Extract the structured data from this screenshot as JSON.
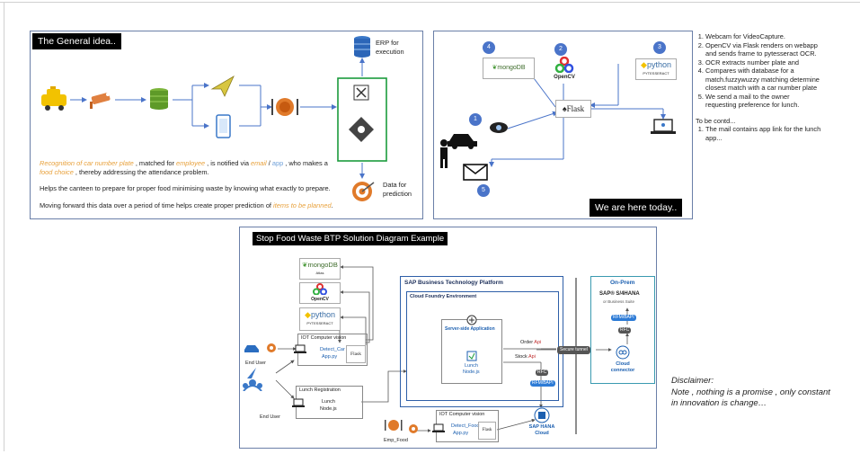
{
  "panel1": {
    "title": "The General idea..",
    "erp_label": "ERP for execution",
    "prediction_label": "Data for prediction",
    "para1_parts": [
      "Recognition of",
      " car number plate",
      " , matched for ",
      "employee",
      " , is notified via ",
      "email",
      " / ",
      "app",
      " , who makes a ",
      "food choice",
      " , thereby  addressing the attendance problem."
    ],
    "para2": "Helps the canteen to prepare for proper food  minimising waste by knowing what exactly to prepare.",
    "para3_parts": [
      "Moving forward this data over a period of time helps create proper prediction of ",
      "items to be planned",
      "."
    ]
  },
  "panel2": {
    "badge": "We are here today..",
    "numbers": [
      "1",
      "2",
      "3",
      "4",
      "5"
    ],
    "mongo": "mongoDB",
    "opencv": "OpenCV",
    "python": "python",
    "pytesseract": "PYTESSERACT",
    "flask": "Flask"
  },
  "steps": [
    "Webcam for VideoCapture.",
    "OpenCV via Flask renders on webapp and sends frame to pytesseract OCR.",
    "OCR extracts number plate and",
    "Compares with database for a match.fuzzywuzzy matching determine closest match with a car number plate",
    "We send a mail to the owner requesting preference for lunch."
  ],
  "todo_title": "To be contd...",
  "todo_items": [
    "The mail contains app link for the lunch app..."
  ],
  "panel3": {
    "title": "Stop Food Waste BTP Solution Diagram Example",
    "mongo": "mongoDB",
    "mongo_sub": "Atlas",
    "opencv": "OpenCV",
    "python": "python",
    "pytesseract": "PYTESSERACT",
    "iot1_title": "IOT Computer vision",
    "iot1_app1": "Detect_Car",
    "iot1_app2": "App.py",
    "flask": "Flask",
    "end_user_1": "End User",
    "end_user_2": "End User",
    "lunch_reg": "Lunch Registration",
    "lunch_app1": "Lunch",
    "lunch_app2": "Node.js",
    "iot2_title": "IOT Computer vision",
    "iot2_app1": "Detect_Food",
    "iot2_app2": "App.py",
    "emp_food": "Emp_Food",
    "btp_title": "SAP Business Technology Platform",
    "cf_title": "Cloud Foundry Environment",
    "server_app": "Server-side Application",
    "server_lunch1": "Lunch",
    "server_lunch2": "Node.js",
    "order_api_1": "Order ",
    "order_api_2": "Api",
    "stock_api_1": "Stock ",
    "stock_api_2": "Api",
    "rfc_pill": "RFC",
    "rfcbapi_pill": "RFM/BAPI",
    "hana_label1": "SAP HANA",
    "hana_label2": "Cloud",
    "secure_tunnel": "Secure tunnel",
    "onprem_title": "On-Prem",
    "s4_title": "SAP® S/4HANA",
    "s4_sub": "or Business Suite",
    "onprem_rfm": "RFM/BAPI",
    "onprem_rfc": "RFC",
    "cloud_conn1": "Cloud",
    "cloud_conn2": "connector"
  },
  "disclaimer": {
    "title": "Disclaimer:",
    "body": "Note , nothing is a promise , only constant in innovation is change…"
  },
  "colors": {
    "accent_orange": "#e8a13c",
    "accent_blue": "#6fa0d9",
    "btp_blue": "#2e5fa8",
    "badge_bg": "#000000",
    "number_blue": "#4a74c9"
  }
}
